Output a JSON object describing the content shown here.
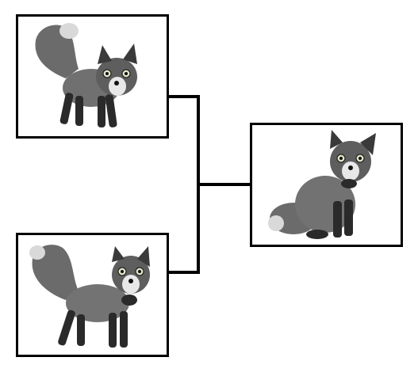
{
  "diagram": {
    "type": "tree",
    "line_color": "#000000",
    "frame_border_color": "#000000",
    "nodes": [
      {
        "id": "parent-top",
        "image": "standing-fox-icon",
        "pose": "standing"
      },
      {
        "id": "parent-bottom",
        "image": "standing-fox-icon",
        "pose": "standing"
      },
      {
        "id": "offspring",
        "image": "sitting-fox-icon",
        "pose": "sitting"
      }
    ],
    "edges": [
      {
        "from": "parent-top",
        "to": "offspring"
      },
      {
        "from": "parent-bottom",
        "to": "offspring"
      }
    ],
    "colors": {
      "fur": "#6f6f6f",
      "fur_dark": "#3a3a3a",
      "legs": "#2a2a2a",
      "face_light": "#e8e8e8",
      "tail_tip": "#d9d9d9"
    }
  }
}
